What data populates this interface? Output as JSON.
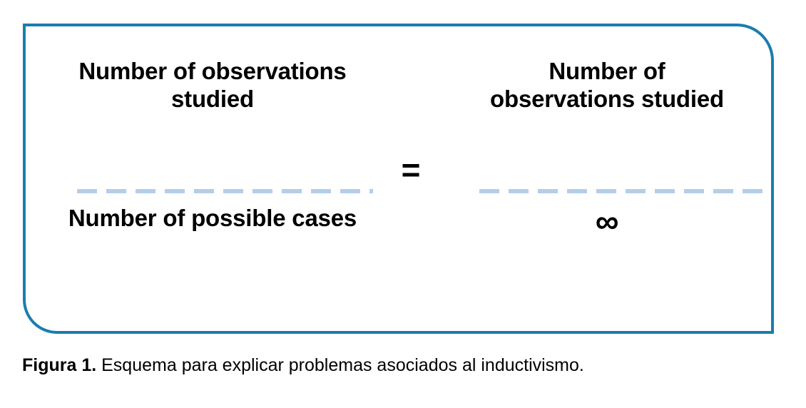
{
  "figure": {
    "border_color": "#1a7dae",
    "fraction_bar_color": "#b4cdeb",
    "equation": {
      "operator": "=",
      "left_fraction": {
        "numerator": "Number of observations studied",
        "denominator": "Number of possible cases"
      },
      "right_fraction": {
        "numerator": "Number of observations studied",
        "denominator": "∞"
      }
    },
    "caption": {
      "label": "Figura 1.",
      "text": " Esquema para explicar problemas asociados al inductivismo."
    }
  }
}
